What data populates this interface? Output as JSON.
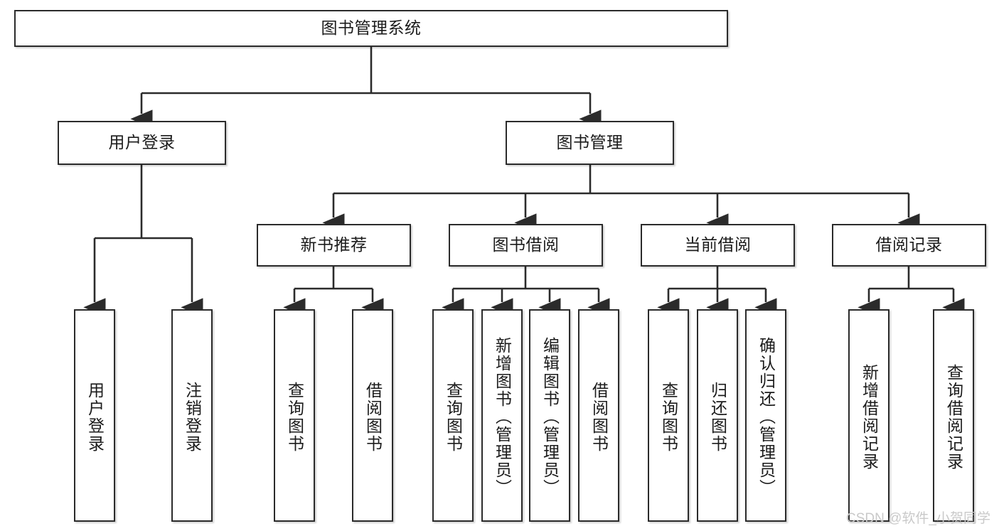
{
  "diagram": {
    "title": "图书管理系统",
    "orientation": "top-down-tree",
    "root": {
      "label": "图书管理系统"
    },
    "level2": [
      {
        "label": "用户登录"
      },
      {
        "label": "图书管理"
      }
    ],
    "level3": [
      {
        "label": "新书推荐"
      },
      {
        "label": "图书借阅"
      },
      {
        "label": "当前借阅"
      },
      {
        "label": "借阅记录"
      }
    ],
    "leaves": {
      "user_login": [
        {
          "label": "用户登录"
        },
        {
          "label": "注销登录"
        }
      ],
      "new_book_recommend": [
        {
          "label": "查询图书"
        },
        {
          "label": "借阅图书"
        }
      ],
      "book_borrow": [
        {
          "label": "查询图书"
        },
        {
          "label": "新增图书（管理员）"
        },
        {
          "label": "编辑图书（管理员）"
        },
        {
          "label": "借阅图书"
        }
      ],
      "current_borrow": [
        {
          "label": "查询图书"
        },
        {
          "label": "归还图书"
        },
        {
          "label": "确认归还（管理员）"
        }
      ],
      "borrow_record": [
        {
          "label": "新增借阅记录"
        },
        {
          "label": "查询借阅记录"
        }
      ]
    }
  },
  "watermark": {
    "text": "CSDN @软件_小贺同学"
  },
  "colors": {
    "box_border": "#2b2b2b",
    "box_fill": "#ffffff",
    "connector": "#2b2b2b",
    "text": "#1b1b1b",
    "watermark": "#c9c9c9"
  }
}
